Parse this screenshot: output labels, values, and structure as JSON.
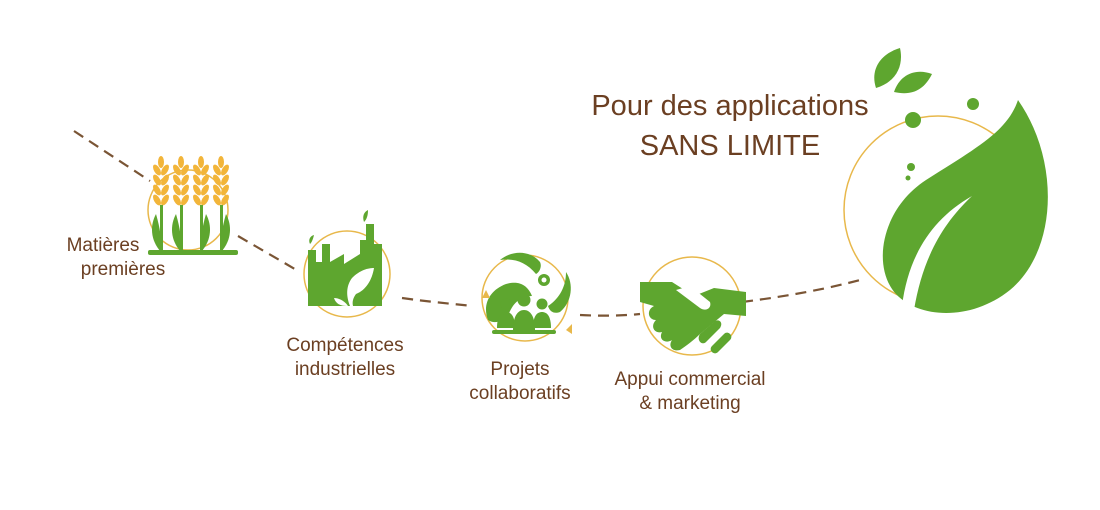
{
  "colors": {
    "green": "#5ea62f",
    "gold": "#e8b84b",
    "wheat": "#f2b53a",
    "brown": "#6b3f22",
    "dash": "#7a5535"
  },
  "title": {
    "line1": "Pour des applications",
    "line2": "SANS LIMITE"
  },
  "steps": [
    {
      "icon": "wheat-icon",
      "line1": "Matières",
      "line2": "premières"
    },
    {
      "icon": "factory-icon",
      "line1": "Compétences",
      "line2": "industrielles"
    },
    {
      "icon": "collaboration-icon",
      "line1": "Projets",
      "line2": "collaboratifs"
    },
    {
      "icon": "handshake-icon",
      "line1": "Appui commercial",
      "line2": "& marketing"
    }
  ],
  "final": {
    "icon": "leaf-drop-icon"
  }
}
